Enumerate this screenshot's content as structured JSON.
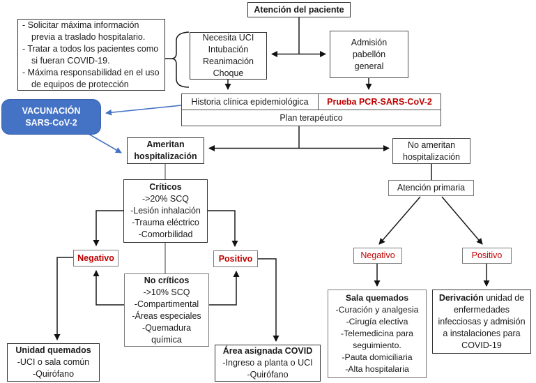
{
  "colors": {
    "blue": "#4472C4",
    "red": "#C00000"
  },
  "flowchart": {
    "top": {
      "atencion_paciente": {
        "label": "Atención del paciente"
      },
      "info_box": {
        "lines": [
          "- Solicitar máxima información previa a traslado hospitalario.",
          "- Tratar a todos los pacientes como si fueran COVID-19.",
          "- Máxima responsabilidad en el uso de equipos de protección"
        ]
      },
      "necesita_uci": {
        "lines": [
          "Necesita UCI",
          "Intubación",
          "Reanimación",
          "Choque"
        ]
      },
      "admision": {
        "label": "Admisión pabellón general"
      }
    },
    "table": {
      "historia": {
        "label": "Historia clínica epidemiológica"
      },
      "prueba": {
        "label": "Prueba PCR-SARS-CoV-2"
      },
      "plan": {
        "label": "Plan terapéutico"
      }
    },
    "vacunacion": {
      "label": "VACUNACIÓN SARS-CoV-2"
    },
    "triage": {
      "ameritan": {
        "label": "Ameritan hospitalización"
      },
      "no_ameritan": {
        "label": "No ameritan hospitalización"
      },
      "atencion_primaria": {
        "label": "Atención primaria"
      }
    },
    "hospital_branch": {
      "criticos": {
        "title": "Críticos",
        "lines": [
          "->20% SCQ",
          "-Lesión inhalación",
          "-Trauma eléctrico",
          "-Comorbilidad"
        ]
      },
      "no_criticos": {
        "title": "No críticos",
        "lines": [
          "->10% SCQ",
          "-Compartimental",
          "-Áreas especiales",
          "-Quemadura química"
        ]
      },
      "negativo": {
        "label": "Negativo"
      },
      "positivo": {
        "label": "Positivo"
      },
      "unidad_quemados": {
        "title": "Unidad quemados",
        "lines": [
          "-UCI o sala común",
          "-Quirófano"
        ]
      },
      "area_covid": {
        "title": "Área asignada COVID",
        "lines": [
          "-Ingreso a planta o UCI",
          "-Quirófano"
        ]
      }
    },
    "primary_branch": {
      "negativo": {
        "label": "Negativo"
      },
      "positivo": {
        "label": "Positivo"
      },
      "sala_quemados": {
        "title": "Sala quemados",
        "lines": [
          "-Curación y analgesia",
          "-Cirugía electiva",
          "-Telemedicina para seguimiento.",
          "-Pauta domiciliaria",
          "-Alta hospitalaria"
        ]
      },
      "derivacion": {
        "title": "Derivación",
        "rest": "unidad de enfermedades infecciosas y admisión a instalaciones para COVID-19"
      }
    }
  }
}
